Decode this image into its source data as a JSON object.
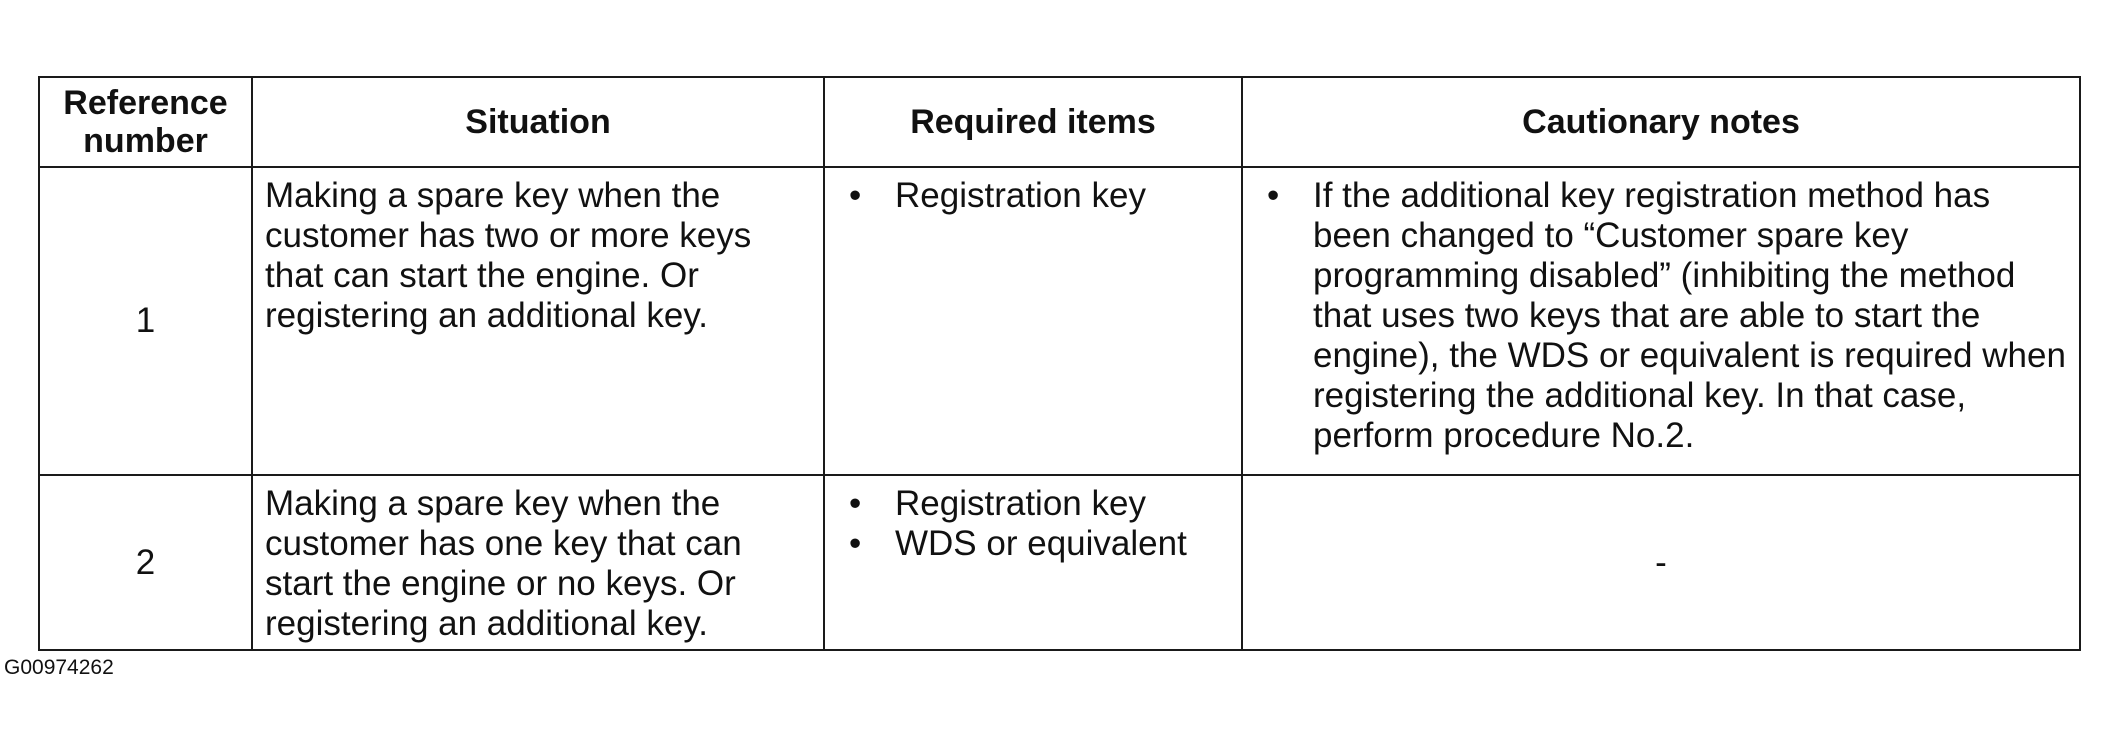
{
  "table": {
    "headers": {
      "ref": "Reference number",
      "situation": "Situation",
      "required": "Required items",
      "cautionary": "Cautionary notes"
    },
    "rows": [
      {
        "ref": "1",
        "situation": "Making a spare key when the customer has two or more keys that can start the engine. Or registering an additional key.",
        "required": [
          "Registration key"
        ],
        "cautionary": [
          "If the additional key registration method has been changed to “Customer spare key programming disabled” (inhibiting the method that uses two keys that are able to start the engine), the WDS or equivalent is required when registering the additional key. In that case, perform procedure No.2."
        ]
      },
      {
        "ref": "2",
        "situation": "Making a spare key when the customer has one key that can start the engine or no keys. Or registering an additional key.",
        "required": [
          "Registration key",
          "WDS or equivalent"
        ],
        "cautionary_dash": "-"
      }
    ]
  },
  "bullet_glyph": "•",
  "caption": "G00974262"
}
